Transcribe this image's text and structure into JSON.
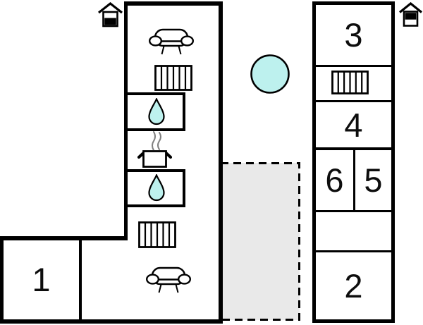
{
  "colors": {
    "background": "#ffffff",
    "wall": "#000000",
    "water": "#bdf1ee",
    "terrace": "#e9e9e9",
    "steam": "#808080"
  },
  "rooms": [
    {
      "number": "1"
    },
    {
      "number": "2"
    },
    {
      "number": "3"
    },
    {
      "number": "4"
    },
    {
      "number": "5"
    },
    {
      "number": "6"
    }
  ],
  "icons": {
    "entrance_left": "house-entrance-icon",
    "entrance_right": "house-entrance-icon",
    "sofa_top": "sofa-icon",
    "sofa_bottom": "sofa-icon",
    "radiator_main_top": "radiator-icon",
    "radiator_main_bottom": "radiator-icon",
    "radiator_annex": "radiator-icon",
    "sink_1": "water-drop-icon",
    "sink_2": "water-drop-icon",
    "stove": "pot-steam-icon",
    "hot_tub": "hot-tub-icon",
    "terrace": "dashed-terrace-area"
  }
}
